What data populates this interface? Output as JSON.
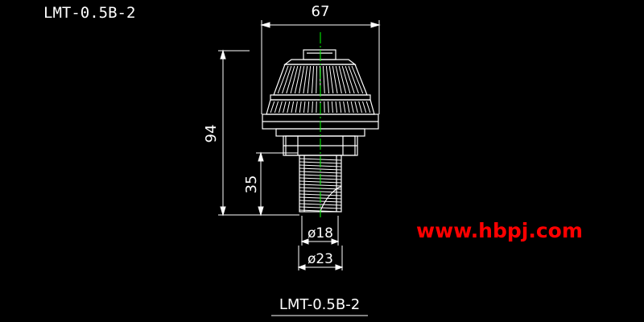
{
  "header": {
    "model_label": "LMT-0.5B-2"
  },
  "dimensions": {
    "overall_width": "67",
    "overall_height": "94",
    "thread_length": "35",
    "inner_diameter": "ø18",
    "outer_diameter": "ø23"
  },
  "footer": {
    "model_label": "LMT-0.5B-2"
  },
  "watermark": {
    "text": "www.hbpj.com"
  },
  "colors": {
    "background": "#000000",
    "line": "#ffffff",
    "center_line": "#00ff00",
    "watermark": "#ff0000"
  }
}
